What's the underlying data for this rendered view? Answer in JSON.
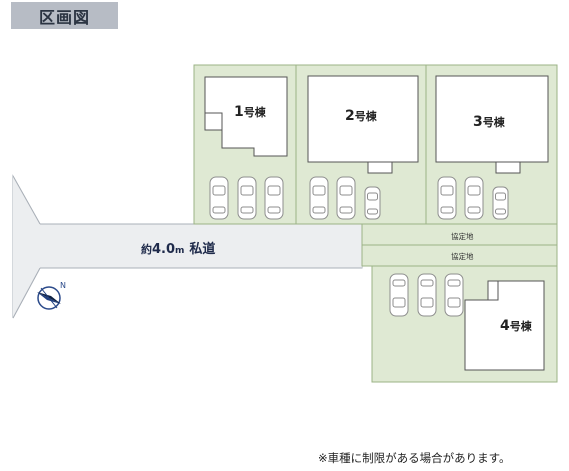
{
  "header": {
    "title": "区画図"
  },
  "lots": [
    {
      "label_num": "1",
      "label_suffix": "号棟"
    },
    {
      "label_num": "2",
      "label_suffix": "号棟"
    },
    {
      "label_num": "3",
      "label_suffix": "号棟"
    },
    {
      "label_num": "4",
      "label_suffix": "号棟"
    }
  ],
  "easements": [
    {
      "label": "協定地"
    },
    {
      "label": "協定地"
    }
  ],
  "road": {
    "prefix": "約",
    "width": "4.0",
    "unit": "m",
    "name": "私道"
  },
  "compass": {
    "label": "N",
    "icon": "north-arrow-icon"
  },
  "footer": {
    "note": "※車種に制限がある場合があります。"
  },
  "colors": {
    "lot_fill": "#dfe9d3",
    "lot_border": "#9bb386",
    "road_fill": "#e9eaec",
    "title_bg": "#b7bcc5"
  }
}
